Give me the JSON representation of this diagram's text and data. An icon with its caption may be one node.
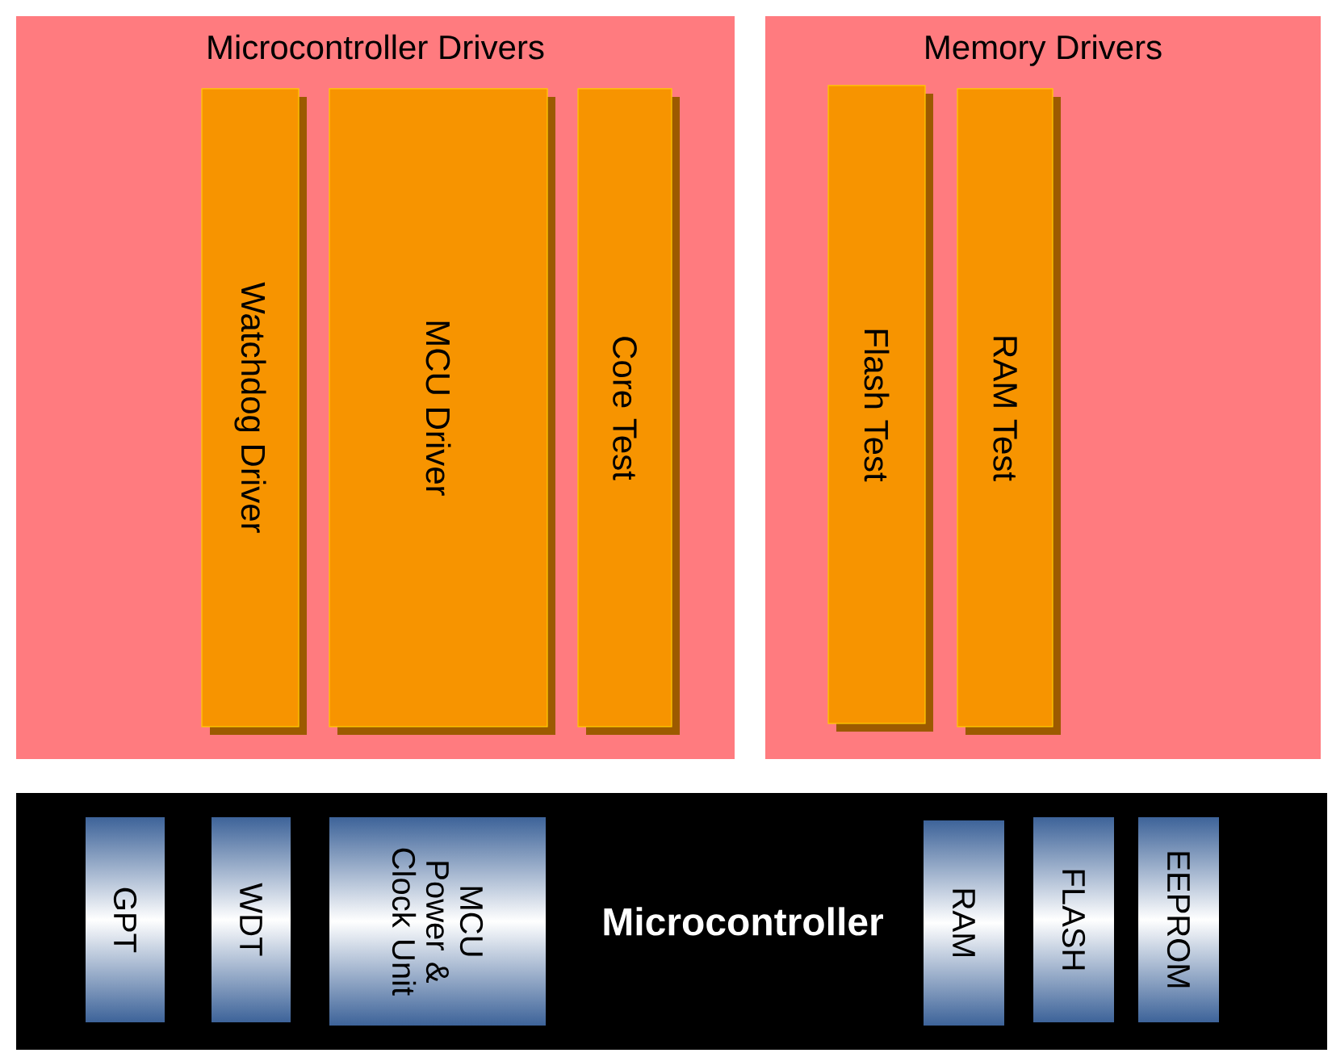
{
  "diagram": {
    "nodes": [
      {
        "text": [
          "Microcontroller Drivers"
        ]
      },
      {
        "text": [
          "Watchdog Driver"
        ],
        "in": 0
      },
      {
        "text": [
          "MCU Driver"
        ],
        "in": 0
      },
      {
        "text": [
          "Core Test"
        ],
        "in": 0
      },
      {
        "text": [
          "Memory Drivers"
        ]
      },
      {
        "text": [
          "Flash Test"
        ],
        "in": 4
      },
      {
        "text": [
          "RAM Test"
        ],
        "in": 4
      },
      {
        "text": [
          "Microcontroller"
        ]
      },
      {
        "text": [
          "GPT"
        ],
        "in": 7
      },
      {
        "text": [
          "WDT"
        ],
        "in": 7
      },
      {
        "text": [
          "MCU Power & Clock Unit"
        ],
        "in": 7
      },
      {
        "text": [
          "RAM"
        ],
        "in": 7
      },
      {
        "text": [
          "FLASH"
        ],
        "in": 7
      },
      {
        "text": [
          "EEPROM"
        ],
        "in": 7
      }
    ]
  }
}
